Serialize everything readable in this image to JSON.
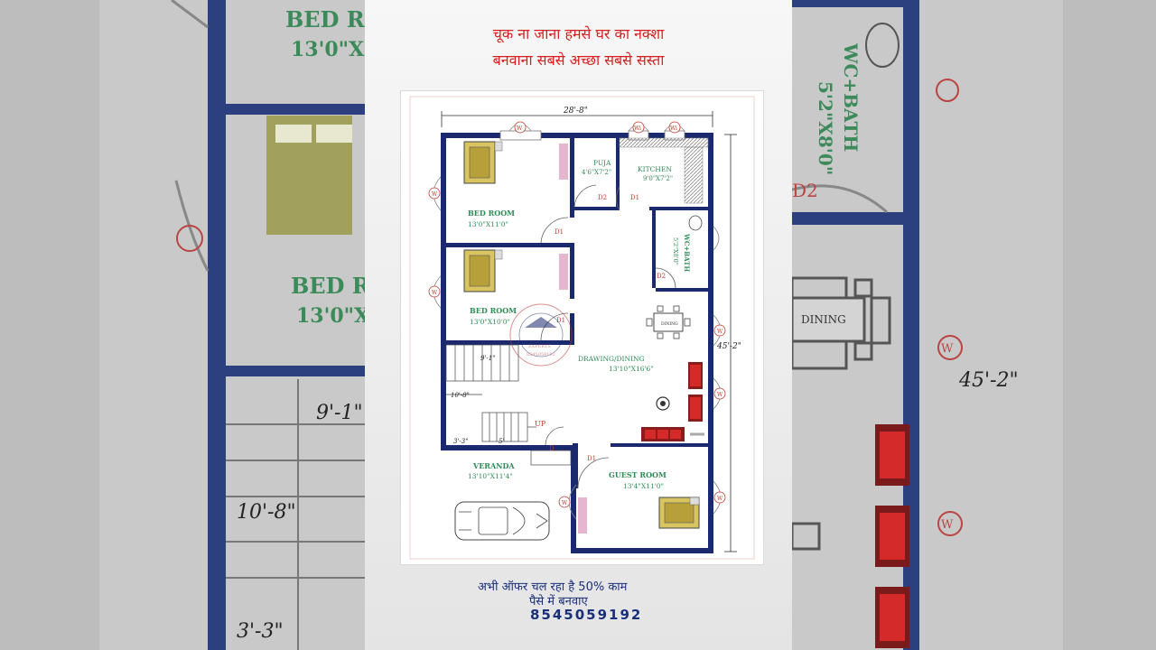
{
  "headline": {
    "line1": "चूक ना जाना हमसे घर का नक्शा",
    "line2": "बनवाना सबसे अच्छा सबसे सस्ता"
  },
  "footer": {
    "line1": "अभी ऑफर चल रहा है 50% काम",
    "line2": "पैसे में बनवाए",
    "phone": "8545059192"
  },
  "plan": {
    "overall_width": "28'-8\"",
    "overall_depth": "45'-2\"",
    "rooms": {
      "bed1": {
        "name": "BED ROOM",
        "size": "13'0\"X11'0\""
      },
      "bed2": {
        "name": "BED ROOM",
        "size": "13'0\"X10'0\""
      },
      "puja": {
        "name": "PUJA",
        "size": "4'6\"X7'2\""
      },
      "kitchen": {
        "name": "KITCHEN",
        "size": "9'0\"X7'2\""
      },
      "wc": {
        "name": "WC+BATH",
        "size": "5'2\"X8'0\""
      },
      "drawing": {
        "name": "DRAWING/DINING",
        "size": "13'10\"X16'6\""
      },
      "dining_table": {
        "name": "DINING"
      },
      "veranda": {
        "name": "VERANDA",
        "size": "13'10\"X11'4\""
      },
      "guest": {
        "name": "GUEST ROOM",
        "size": "13'4\"X11'0\""
      }
    },
    "door_labels": {
      "d1": "D1",
      "d2": "D2",
      "d": "D"
    },
    "window_labels": {
      "w": "W",
      "wi": "Wi"
    },
    "stair": {
      "up": "UP",
      "dim1": "9'-1\"",
      "dim2": "10'-8\"",
      "dim3": "3'-3\"",
      "dim4": "5'"
    },
    "watermark": {
      "line1": "EXPERTS",
      "line2": "8545059192"
    }
  },
  "background": {
    "left_bed_name": "BED RO",
    "left_bed_size": "13'0\"X",
    "left_dim1": "9'-1\"",
    "left_dim2": "10'-8\"",
    "left_dim3": "3'-3\"",
    "right_wc_name": "WC+BATH",
    "right_wc_size": "5'2\"X8'0\"",
    "right_d2": "D2",
    "right_dining": "DINING",
    "right_dim": "45'-2\"",
    "right_w": "W"
  },
  "colors": {
    "wall": "#1b2a6e",
    "label_green": "#2e8b57",
    "door_red": "#c0392b",
    "headline_red": "#d81d1d",
    "footer_blue": "#1a2f7a"
  }
}
